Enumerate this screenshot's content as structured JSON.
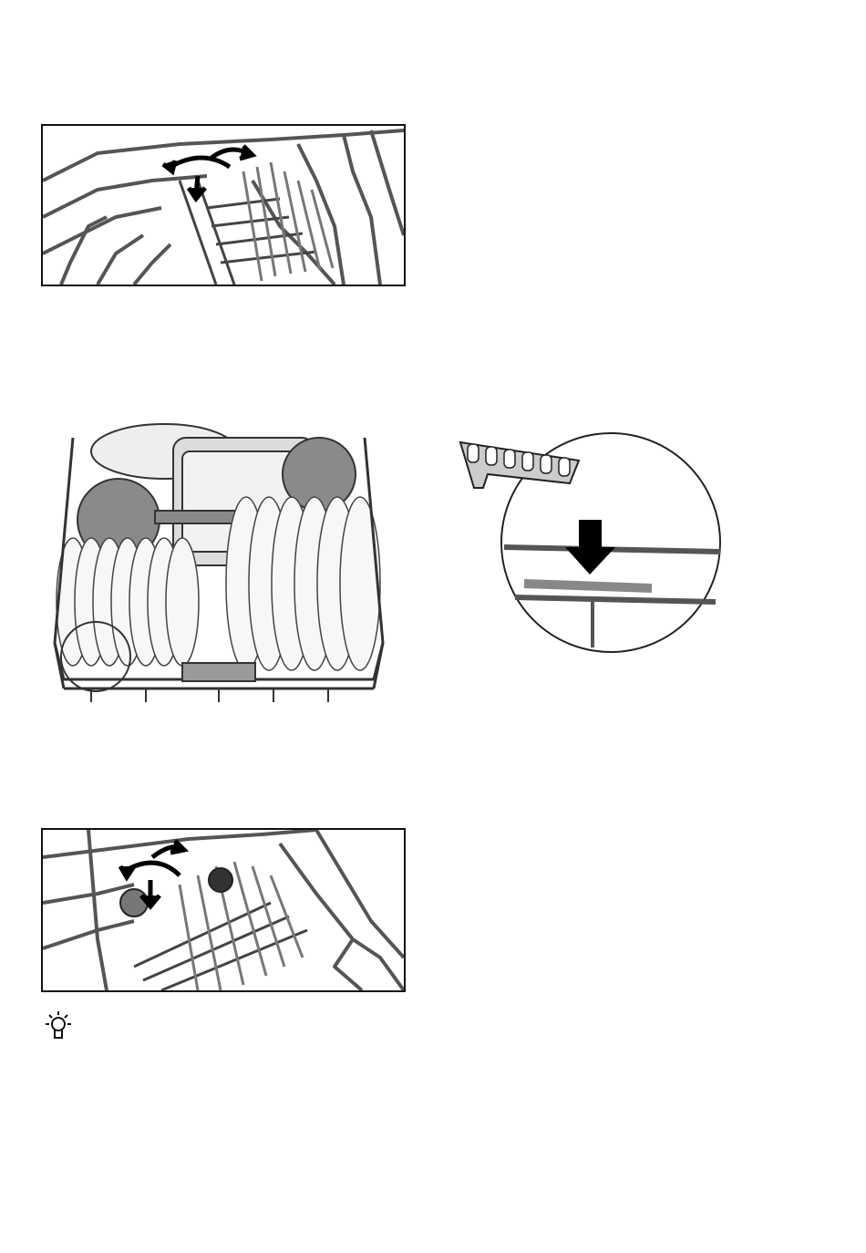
{
  "figures": [
    {
      "id": "fig-rack-top",
      "icon": "rotate-arrows-icon"
    },
    {
      "id": "fig-basket",
      "icon": "dish-basket-illustration"
    },
    {
      "id": "fig-detail",
      "icon": "push-down-arrow-icon"
    },
    {
      "id": "fig-rack-bottom",
      "icon": "rotate-arrows-icon"
    }
  ],
  "tip": {
    "icon": "lightbulb-icon"
  },
  "colors": {
    "line": "#111111",
    "wire": "#555555",
    "grey_fill": "#8c8c8c",
    "light_fill": "#e6e6e6"
  }
}
